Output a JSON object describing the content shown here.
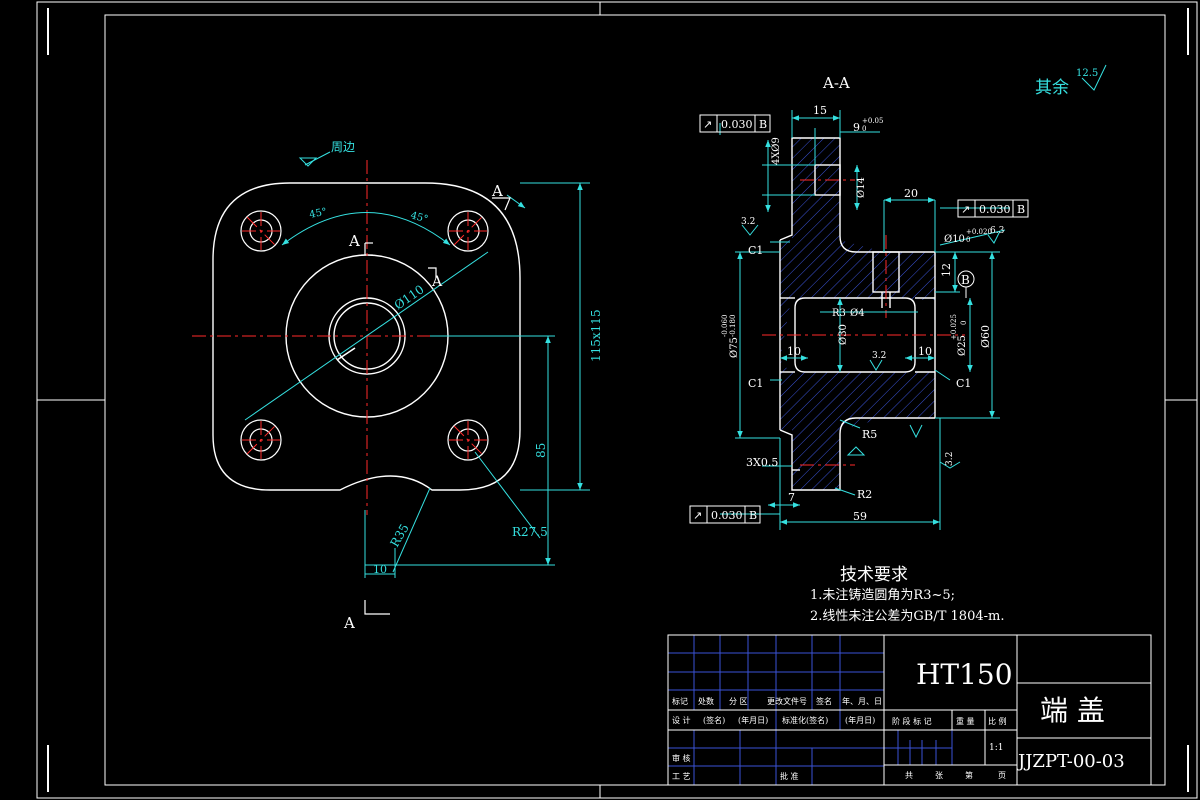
{
  "sheet": {
    "layout_marks": [
      "A-A",
      "A",
      "A",
      "A",
      "A"
    ],
    "front_view": {
      "callouts": {
        "flange": "周边",
        "angle_left": "45°",
        "angle_right": "45°"
      },
      "dims": {
        "dia110": "Ø110",
        "square": "115x115",
        "h85": "85",
        "r27": "R27.5",
        "r35": "R35",
        "w10": "10"
      }
    },
    "section_view": {
      "roughness_rest": {
        "label": "其余",
        "value": "12.5"
      },
      "gdt": [
        {
          "symbol": "↗",
          "tolerance": "0.030",
          "datum": "B"
        },
        {
          "symbol": "↗",
          "tolerance": "0.030",
          "datum": "B"
        },
        {
          "symbol": "↗",
          "tolerance": "0.030",
          "datum": "B"
        }
      ],
      "dims": {
        "d15": "15",
        "d9": "9",
        "d9_tol_upper": "+0.05",
        "d9_tol_lower": "0",
        "d4x09": "4XØ9",
        "d14": "Ø14",
        "d20": "20",
        "d10": "Ø10",
        "d10_tol_upper": "+0.020",
        "d10_tol_lower": "0",
        "d12": "12",
        "r3": "R3",
        "d4": "Ø4",
        "d30": "Ø30",
        "d25": "Ø25",
        "d25_tol_upper": "+0.025",
        "d25_tol_lower": "0",
        "d60": "Ø60",
        "d75": "Ø75",
        "d75_tol_upper": "-0.060",
        "d75_tol_lower": "-0.180",
        "d10a": "10",
        "d10b": "10",
        "r5": "R5",
        "r2": "R2",
        "d3x05": "3X0.5",
        "d7": "7",
        "d59": "59"
      },
      "chamfers": [
        "C1",
        "C1",
        "C1"
      ],
      "roughness": [
        "3.2",
        "3.2",
        "3.2",
        "6.3"
      ],
      "datum_label": "B"
    },
    "tech_requirements": {
      "title": "技术要求",
      "items": [
        "1.未注铸造圆角为R3~5;",
        "2.线性未注公差为GB/T   1804-m."
      ]
    },
    "title_block": {
      "material": "HT150",
      "part_name": "端  盖",
      "drawing_no": "JJZPT-00-03",
      "scale": "1:1",
      "revision_headers": [
        "标记",
        "处数",
        "分 区",
        "更改文件号",
        "签名",
        "年、月、日"
      ],
      "design_row": [
        "设 计",
        "(签名)",
        "(年月日)",
        "标准化(签名)",
        "(年月日)"
      ],
      "stage_headers": [
        "阶 段 标 记",
        "重 量",
        "比 例"
      ],
      "review": "审 核",
      "process": "工 艺",
      "approve": "批 准",
      "sheet_labels": [
        "共",
        "张",
        "第",
        "页"
      ]
    }
  }
}
